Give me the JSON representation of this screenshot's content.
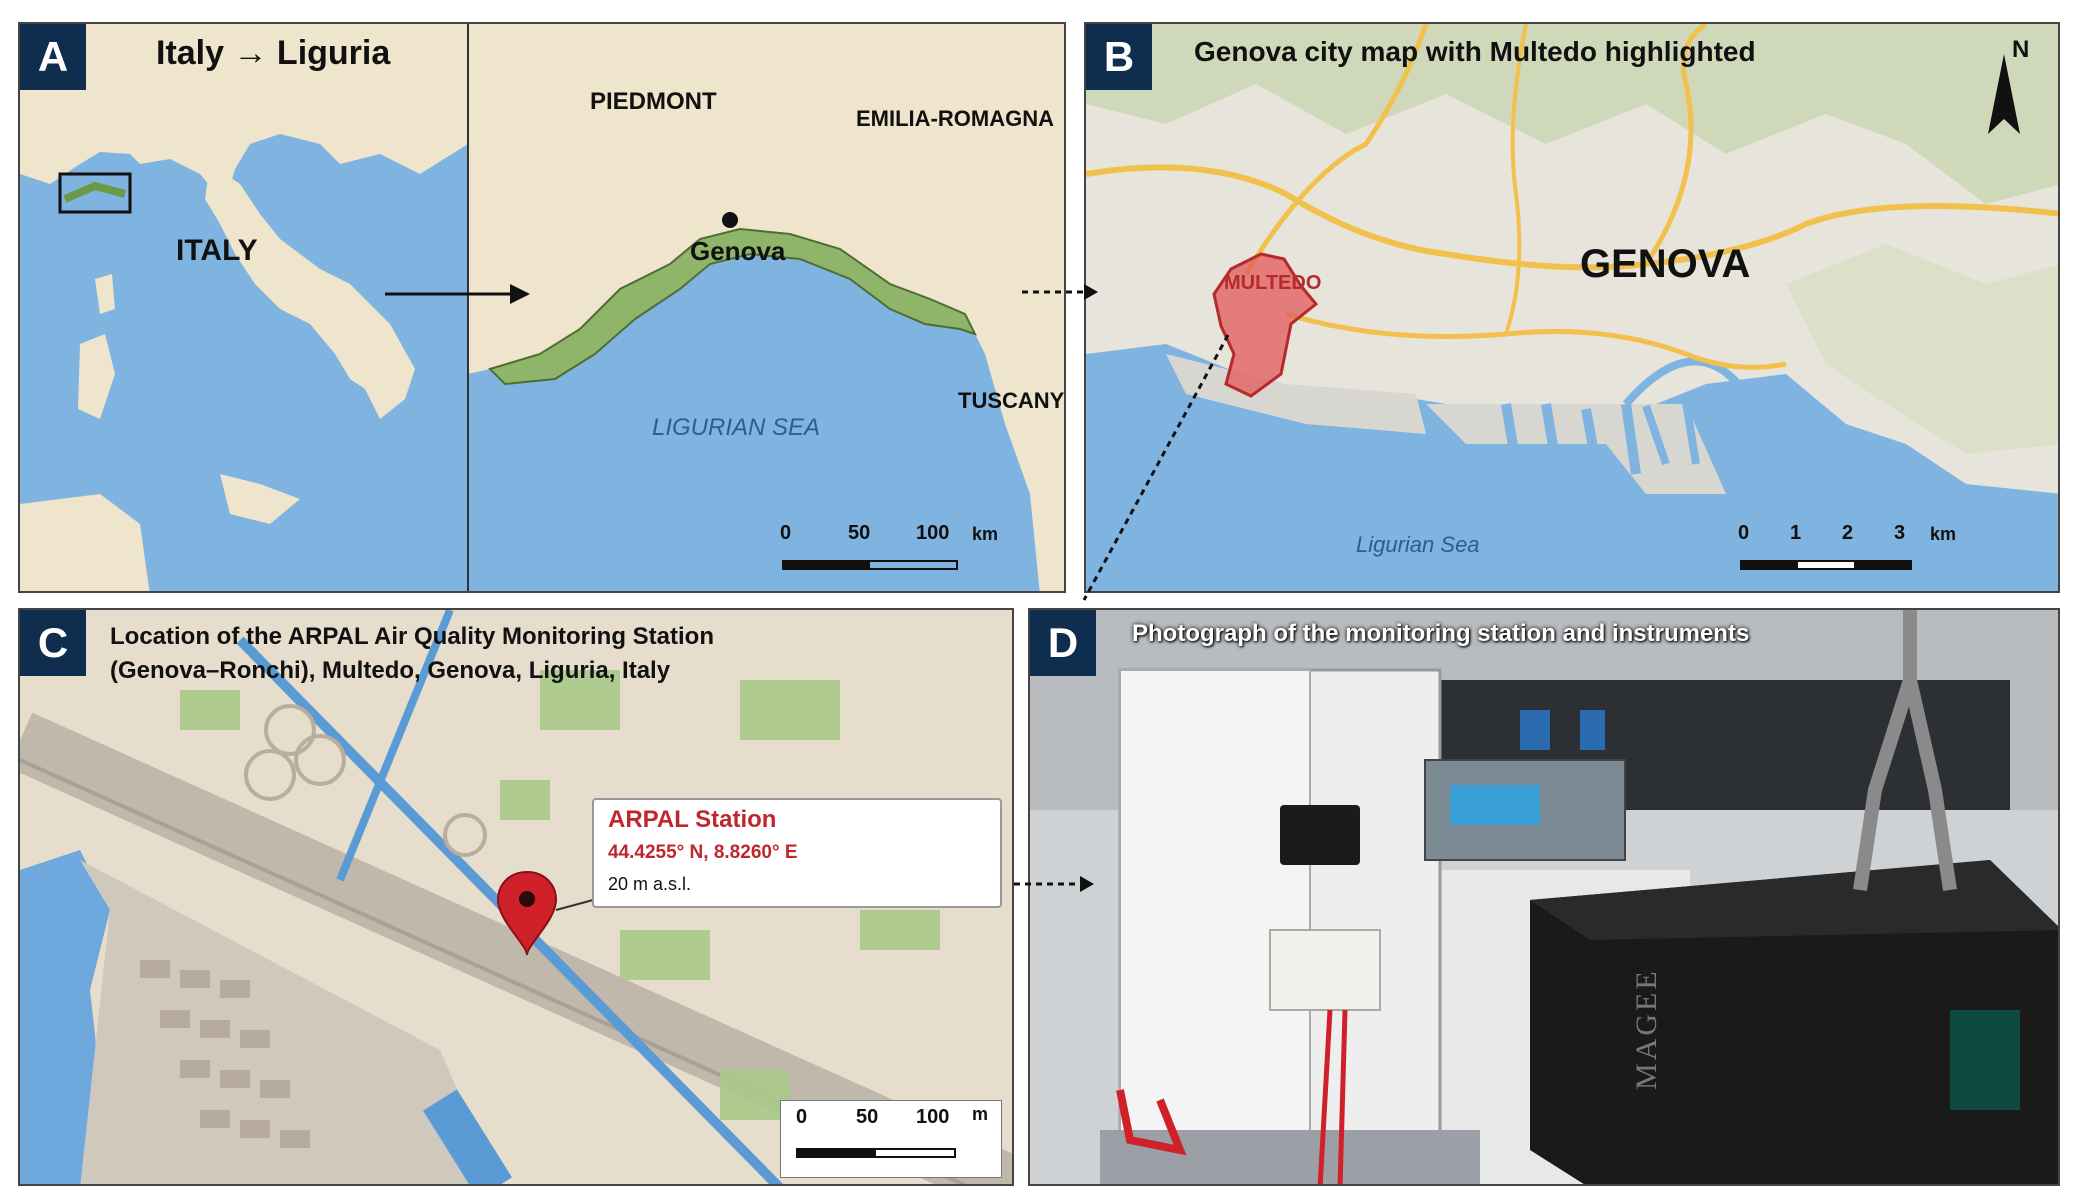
{
  "panelA": {
    "badge": "A",
    "title": "Italy → Liguria",
    "labels": {
      "italy": "ITALY",
      "piedmont": "PIEDMONT",
      "emilia": "EMILIA-ROMAGNA",
      "genova": "Genova",
      "tuscany": "TUSCANY",
      "sea": "LIGURIAN SEA"
    },
    "scale": {
      "t0": "0",
      "t1": "50",
      "t2": "100",
      "unit": "km"
    }
  },
  "panelB": {
    "badge": "B",
    "title": "Genova city map with Multedo highlighted",
    "north": "N",
    "labels": {
      "multedo": "MULTEDO",
      "city": "GENOVA",
      "sea": "Ligurian Sea"
    },
    "scale": {
      "t0": "0",
      "t1": "1",
      "t2": "2",
      "t3": "3",
      "unit": "km"
    }
  },
  "panelC": {
    "badge": "C",
    "title_line1": "Location of the ARPAL Air Quality Monitoring Station",
    "title_line2": "(Genova–Ronchi), Multedo, Genova, Liguria, Italy",
    "callout": {
      "name": "ARPAL Station",
      "coords": "44.4255° N, 8.8260° E",
      "elevation": "20 m a.s.l."
    },
    "scale": {
      "t0": "0",
      "t1": "50",
      "t2": "100",
      "unit": "m"
    }
  },
  "panelD": {
    "badge": "D",
    "title": "Photograph of the monitoring station and instruments",
    "brand": "MAGEE"
  },
  "colors": {
    "badge": "#0f2d4f",
    "sea": "#7fb3e0",
    "land": "#efe4cc",
    "liguria": "#8fb56a",
    "multedo": "#e25a5a",
    "pin": "#d0202a",
    "road": "#f2c04c"
  }
}
